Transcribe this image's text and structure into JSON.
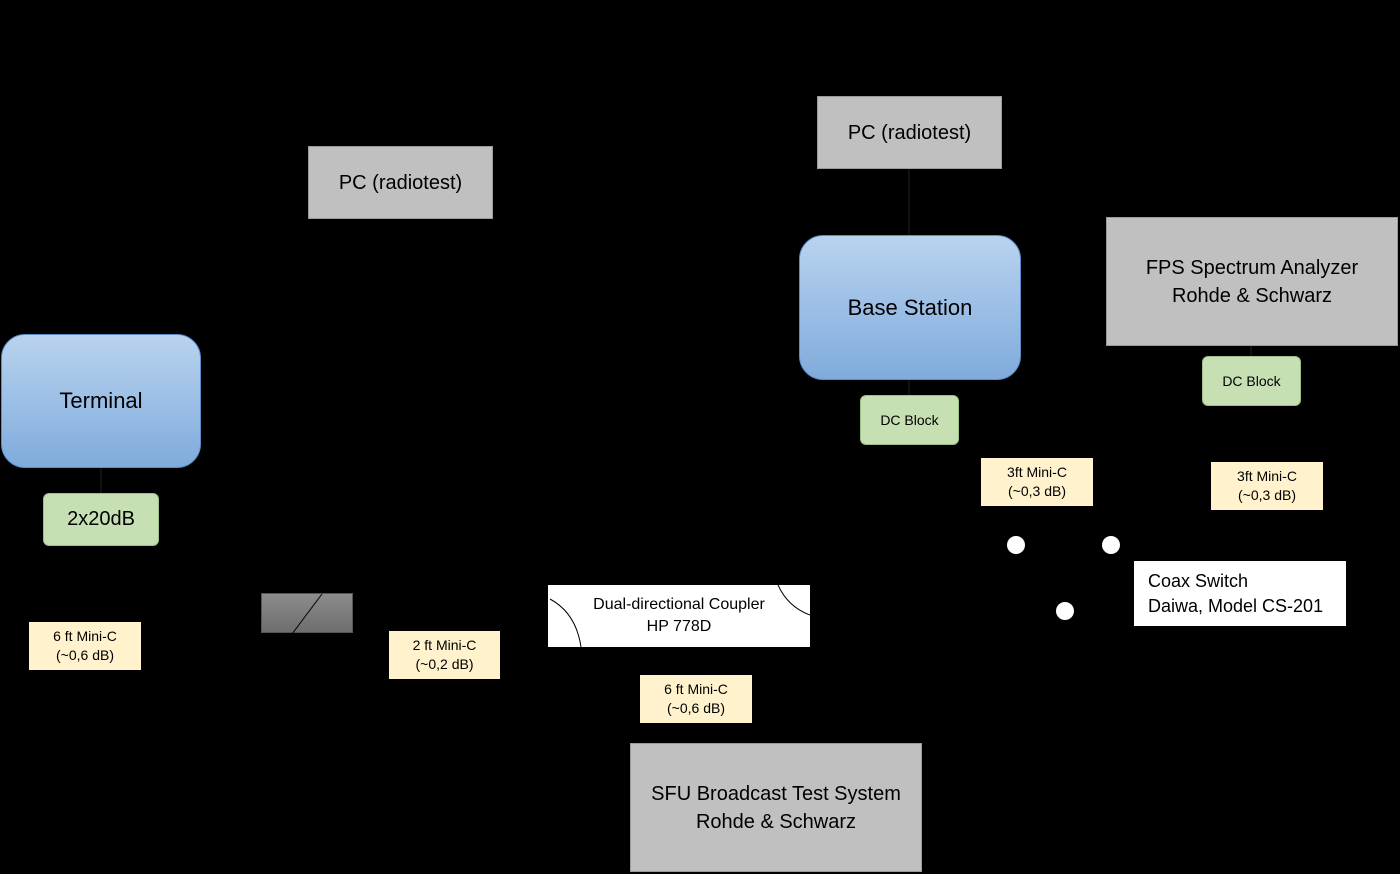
{
  "pc_left": "PC (radiotest)",
  "pc_right": "PC (radiotest)",
  "base_station": "Base Station",
  "terminal": "Terminal",
  "attenuator": "2x20dB",
  "dc_block_base": "DC Block",
  "dc_block_fps": "DC Block",
  "fps": {
    "line1": "FPS Spectrum Analyzer",
    "line2": "Rohde & Schwarz"
  },
  "sfu": {
    "line1": "SFU Broadcast Test System",
    "line2": "Rohde & Schwarz"
  },
  "coupler": {
    "line1": "Dual-directional Coupler",
    "line2": "HP  778D"
  },
  "coax_switch": {
    "line1": "Coax Switch",
    "line2": "Daiwa, Model CS-201"
  },
  "cables": {
    "cable_6ft_left": {
      "line1": "6 ft Mini-C",
      "line2": "(~0,6 dB)"
    },
    "cable_2ft": {
      "line1": "2 ft Mini-C",
      "line2": "(~0,2 dB)"
    },
    "cable_6ft_bottom": {
      "line1": "6 ft Mini-C",
      "line2": "(~0,6 dB)"
    },
    "cable_3ft_left": {
      "line1": "3ft Mini-C",
      "line2": "(~0,3 dB)"
    },
    "cable_3ft_right": {
      "line1": "3ft Mini-C",
      "line2": "(~0,3 dB)"
    }
  },
  "colors": {
    "background": "#000000",
    "instrument_gray": "#c0c0c0",
    "device_blue": "#9cbfe6",
    "block_green": "#c6e0b4",
    "cable_label": "#fff2cc"
  }
}
